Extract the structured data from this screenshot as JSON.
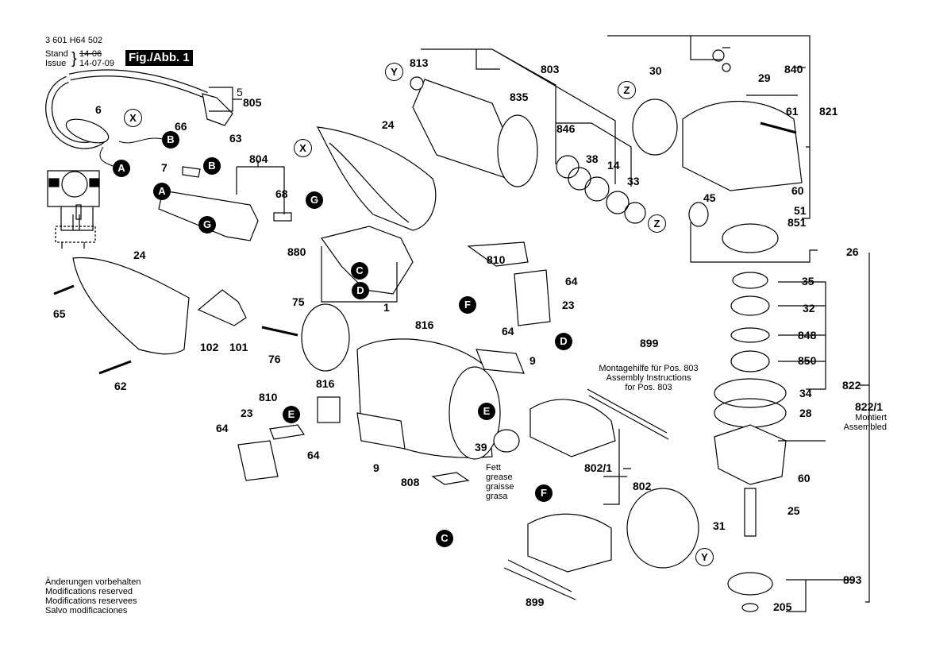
{
  "header": {
    "part_number": "3 601 H64 502",
    "stand_label": "Stand",
    "issue_label": "Issue",
    "old_date": "14-06",
    "issue_date": "14-07-09",
    "figure_label": "Fig./Abb. 1"
  },
  "footer": {
    "lines": [
      "Änderungen vorbehalten",
      "Modifications reserved",
      "Modifications reservees",
      "Salvo modificaciones"
    ]
  },
  "notes": {
    "assembly": [
      "Montagehilfe für Pos. 803",
      "Assembly Instructions",
      "for Pos. 803"
    ],
    "grease": [
      "Fett",
      "grease",
      "graisse",
      "grasa"
    ],
    "assembled": [
      "Montiert",
      "Assembled"
    ]
  },
  "parts": [
    {
      "id": "p5",
      "label": "5"
    },
    {
      "id": "p805",
      "label": "805"
    },
    {
      "id": "p6",
      "label": "6"
    },
    {
      "id": "p66",
      "label": "66"
    },
    {
      "id": "p63",
      "label": "63"
    },
    {
      "id": "p7",
      "label": "7"
    },
    {
      "id": "p804",
      "label": "804"
    },
    {
      "id": "p68",
      "label": "68"
    },
    {
      "id": "p24a",
      "label": "24"
    },
    {
      "id": "p24b",
      "label": "24"
    },
    {
      "id": "p65",
      "label": "65"
    },
    {
      "id": "p102",
      "label": "102"
    },
    {
      "id": "p101",
      "label": "101"
    },
    {
      "id": "p62",
      "label": "62"
    },
    {
      "id": "p880",
      "label": "880"
    },
    {
      "id": "p75",
      "label": "75"
    },
    {
      "id": "p1",
      "label": "1"
    },
    {
      "id": "p76",
      "label": "76"
    },
    {
      "id": "p810a",
      "label": "810"
    },
    {
      "id": "p816a",
      "label": "816"
    },
    {
      "id": "p23a",
      "label": "23"
    },
    {
      "id": "p64a",
      "label": "64"
    },
    {
      "id": "p64b",
      "label": "64"
    },
    {
      "id": "p9a",
      "label": "9"
    },
    {
      "id": "p808",
      "label": "808"
    },
    {
      "id": "p810b",
      "label": "810"
    },
    {
      "id": "p64c",
      "label": "64"
    },
    {
      "id": "p23b",
      "label": "23"
    },
    {
      "id": "p816b",
      "label": "816"
    },
    {
      "id": "p64d",
      "label": "64"
    },
    {
      "id": "p9b",
      "label": "9"
    },
    {
      "id": "p39",
      "label": "39"
    },
    {
      "id": "p899a",
      "label": "899"
    },
    {
      "id": "p802_1",
      "label": "802/1"
    },
    {
      "id": "p802",
      "label": "802"
    },
    {
      "id": "p899b",
      "label": "899"
    },
    {
      "id": "p31",
      "label": "31"
    },
    {
      "id": "p813",
      "label": "813"
    },
    {
      "id": "p803",
      "label": "803"
    },
    {
      "id": "p835",
      "label": "835"
    },
    {
      "id": "p846",
      "label": "846"
    },
    {
      "id": "p38",
      "label": "38"
    },
    {
      "id": "p14",
      "label": "14"
    },
    {
      "id": "p33",
      "label": "33"
    },
    {
      "id": "p30",
      "label": "30"
    },
    {
      "id": "p840",
      "label": "840"
    },
    {
      "id": "p29",
      "label": "29"
    },
    {
      "id": "p821",
      "label": "821"
    },
    {
      "id": "p61",
      "label": "61"
    },
    {
      "id": "p60a",
      "label": "60"
    },
    {
      "id": "p45",
      "label": "45"
    },
    {
      "id": "p51",
      "label": "51"
    },
    {
      "id": "p851",
      "label": "851"
    },
    {
      "id": "p26",
      "label": "26"
    },
    {
      "id": "p35",
      "label": "35"
    },
    {
      "id": "p32",
      "label": "32"
    },
    {
      "id": "p848",
      "label": "848"
    },
    {
      "id": "p850",
      "label": "850"
    },
    {
      "id": "p822",
      "label": "822"
    },
    {
      "id": "p822_1",
      "label": "822/1"
    },
    {
      "id": "p34",
      "label": "34"
    },
    {
      "id": "p28",
      "label": "28"
    },
    {
      "id": "p60b",
      "label": "60"
    },
    {
      "id": "p25",
      "label": "25"
    },
    {
      "id": "p893",
      "label": "893"
    },
    {
      "id": "p205",
      "label": "205"
    }
  ],
  "connectors": {
    "A1": "A",
    "A2": "A",
    "B1": "B",
    "B2": "B",
    "G1": "G",
    "G2": "G",
    "C1": "C",
    "C2": "C",
    "D1": "D",
    "D2": "D",
    "E1": "E",
    "E2": "E",
    "F1": "F",
    "F2": "F"
  },
  "refs": {
    "X1": "X",
    "X2": "X",
    "Y1": "Y",
    "Y2": "Y",
    "Z1": "Z",
    "Z2": "Z"
  }
}
